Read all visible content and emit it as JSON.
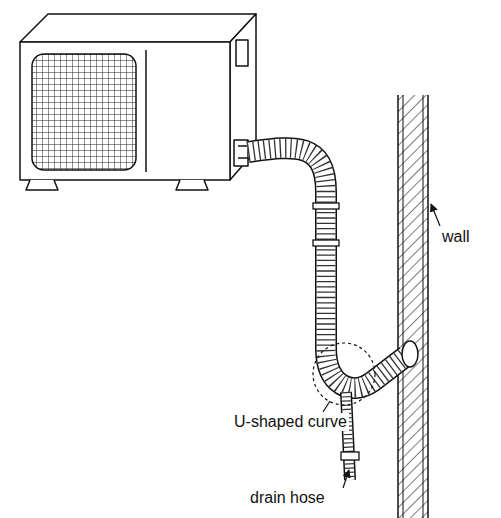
{
  "diagram": {
    "labels": [
      "wall",
      "U-shaped curve",
      "drain hose"
    ]
  }
}
